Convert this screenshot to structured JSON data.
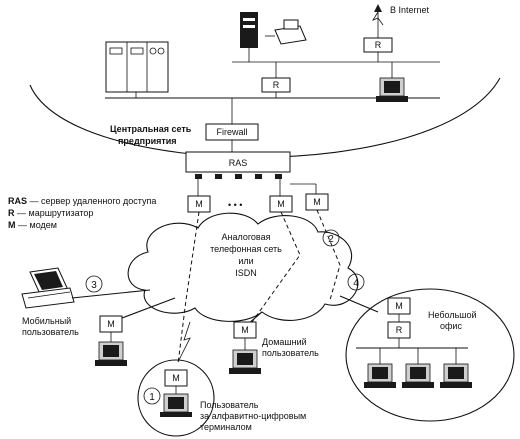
{
  "internet_label": "В Internet",
  "corp_network_label_1": "Центральная сеть",
  "corp_network_label_2": "предприятия",
  "firewall_label": "Firewall",
  "ras_label": "RAS",
  "router_label": "R",
  "modem_label": "M",
  "ellipsis": "• • •",
  "legend": {
    "ras_term": "RAS",
    "ras_desc": " — сервер удаленного доступа",
    "r_term": "R",
    "r_desc": " — маршрутизатор",
    "m_term": "M",
    "m_desc": " — модем"
  },
  "cloud_label": [
    "Аналоговая",
    "телефонная сеть",
    "или",
    "ISDN"
  ],
  "mobile_label": [
    "Мобильный",
    "пользователь"
  ],
  "home_label": [
    "Домашний",
    "пользователь"
  ],
  "office_label": [
    "Небольшой",
    "офис"
  ],
  "terminal_label": [
    "Пользователь",
    "за алфавитно-цифровым",
    "терминалом"
  ],
  "numbers": [
    "1",
    "2",
    "3",
    "4"
  ]
}
